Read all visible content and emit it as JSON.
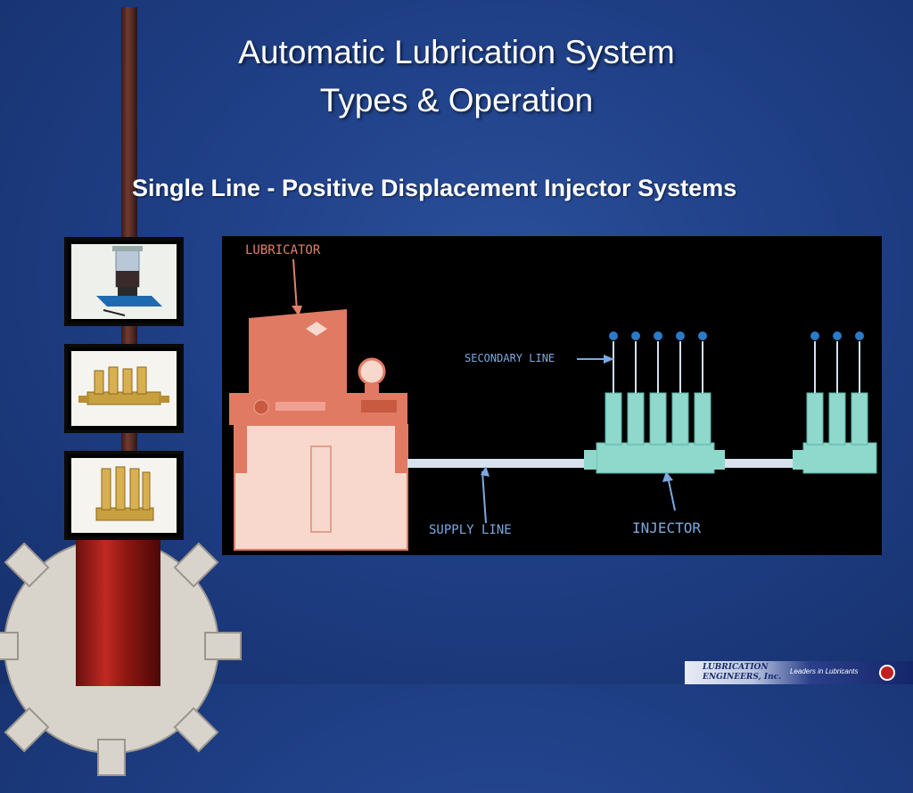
{
  "slide": {
    "title_line1": "Automatic Lubrication System",
    "title_line2": "Types & Operation",
    "subtitle": "Single Line - Positive Displacement Injector Systems"
  },
  "diagram": {
    "labels": {
      "lubricator": "LUBRICATOR",
      "secondary_line": "SECONDARY LINE",
      "supply_line": "SUPPLY LINE",
      "injector": "INJECTOR"
    }
  },
  "thumbnails": [
    {
      "icon": "lubricator-reservoir-photo"
    },
    {
      "icon": "injector-manifold-photo"
    },
    {
      "icon": "injector-bank-photo"
    }
  ],
  "footer": {
    "logo_line1": "LUBRICATION",
    "logo_line2": "ENGINEERS, Inc.",
    "tagline": "Leaders in Lubricants"
  },
  "colors": {
    "background": "#1f3f86",
    "label_salmon": "#e0806a",
    "label_blue": "#7ca8e0",
    "lubricator_body": "#e07a62",
    "reservoir": "#f8d8cc",
    "injector_teal": "#8fd8cc"
  }
}
